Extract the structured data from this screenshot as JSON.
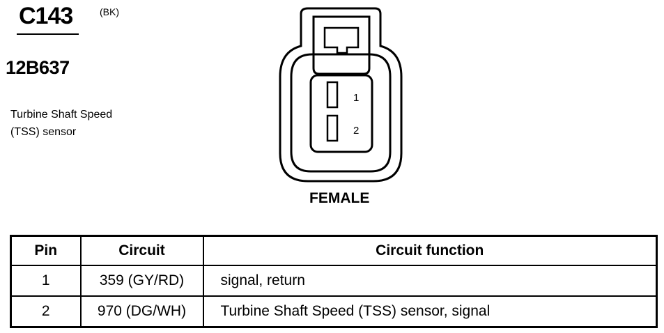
{
  "connector": {
    "id": "C143",
    "color": "(BK)",
    "part_number": "12B637",
    "description_line1": "Turbine Shaft Speed",
    "description_line2": "(TSS) sensor",
    "view": "FEMALE",
    "pin_labels": [
      "1",
      "2"
    ]
  },
  "table": {
    "headers": [
      "Pin",
      "Circuit",
      "Circuit function"
    ],
    "rows": [
      {
        "pin": "1",
        "circuit": "359 (GY/RD)",
        "function": "signal, return"
      },
      {
        "pin": "2",
        "circuit": "970 (DG/WH)",
        "function": "Turbine Shaft Speed (TSS) sensor, signal"
      }
    ]
  }
}
